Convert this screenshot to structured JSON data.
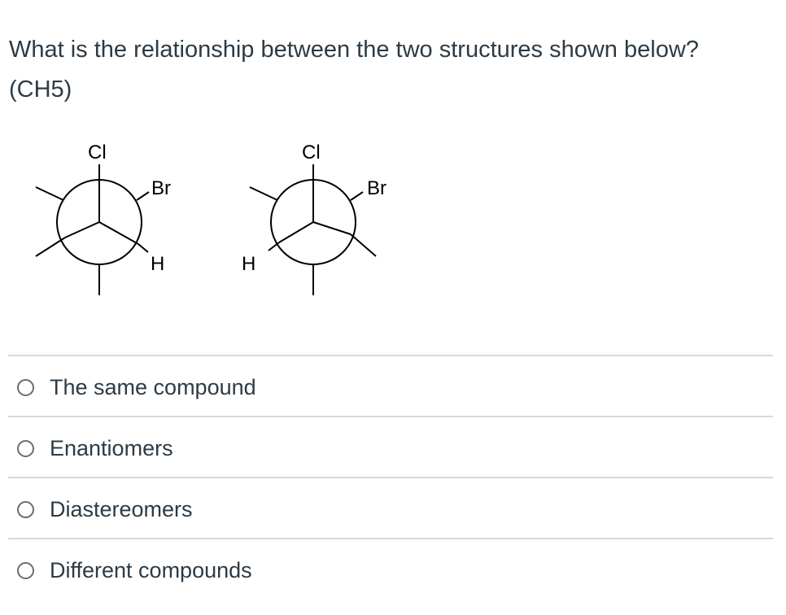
{
  "question": {
    "text": "What is the relationship between the two structures shown below? (CH5)"
  },
  "figure": {
    "left_newman": {
      "front_top": "Cl",
      "front_right": "Br",
      "back_lower_right": "H"
    },
    "right_newman": {
      "front_top": "Cl",
      "front_right": "Br",
      "back_lower_left": "H"
    }
  },
  "answers": [
    {
      "label": "The same compound"
    },
    {
      "label": "Enantiomers"
    },
    {
      "label": "Diastereomers"
    },
    {
      "label": "Different compounds"
    }
  ],
  "colors": {
    "text": "#2d3b45",
    "divider": "#d8d8d8",
    "radio_border": "#6b6b6b"
  }
}
